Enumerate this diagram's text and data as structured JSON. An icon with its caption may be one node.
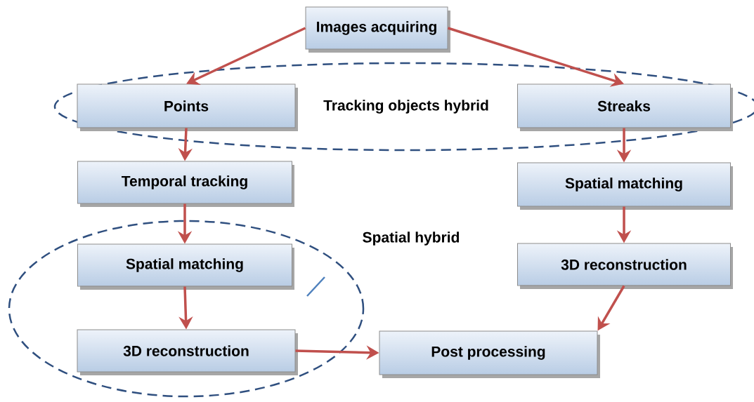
{
  "diagram": {
    "nodes": [
      {
        "text": [
          "Images acquiring"
        ]
      },
      {
        "text": [
          "Tracking objects hybrid"
        ]
      },
      {
        "text": [
          "Points"
        ],
        "in": 1
      },
      {
        "text": [
          "Streaks"
        ],
        "in": 1
      },
      {
        "text": [
          "Temporal tracking"
        ]
      },
      {
        "text": [
          "Spatial matching"
        ]
      },
      {
        "text": [
          "Spatial hybrid"
        ]
      },
      {
        "text": [
          "Spatial matching"
        ],
        "in": 6
      },
      {
        "text": [
          "3D reconstruction"
        ]
      },
      {
        "text": [
          "3D reconstruction"
        ],
        "in": 6
      },
      {
        "text": [
          "Post processing"
        ]
      }
    ],
    "edges": [
      {
        "from": 0,
        "to": 2,
        "arrow": "to"
      },
      {
        "from": 0,
        "to": 3,
        "arrow": "to"
      },
      {
        "from": 2,
        "to": 4,
        "arrow": "to"
      },
      {
        "from": 4,
        "to": 7,
        "arrow": "to"
      },
      {
        "from": 7,
        "to": 9,
        "arrow": "to"
      },
      {
        "from": 9,
        "to": 10,
        "arrow": "to"
      },
      {
        "from": 3,
        "to": 5,
        "arrow": "to"
      },
      {
        "from": 5,
        "to": 8,
        "arrow": "to"
      },
      {
        "from": 8,
        "to": 10,
        "arrow": "to"
      }
    ]
  }
}
